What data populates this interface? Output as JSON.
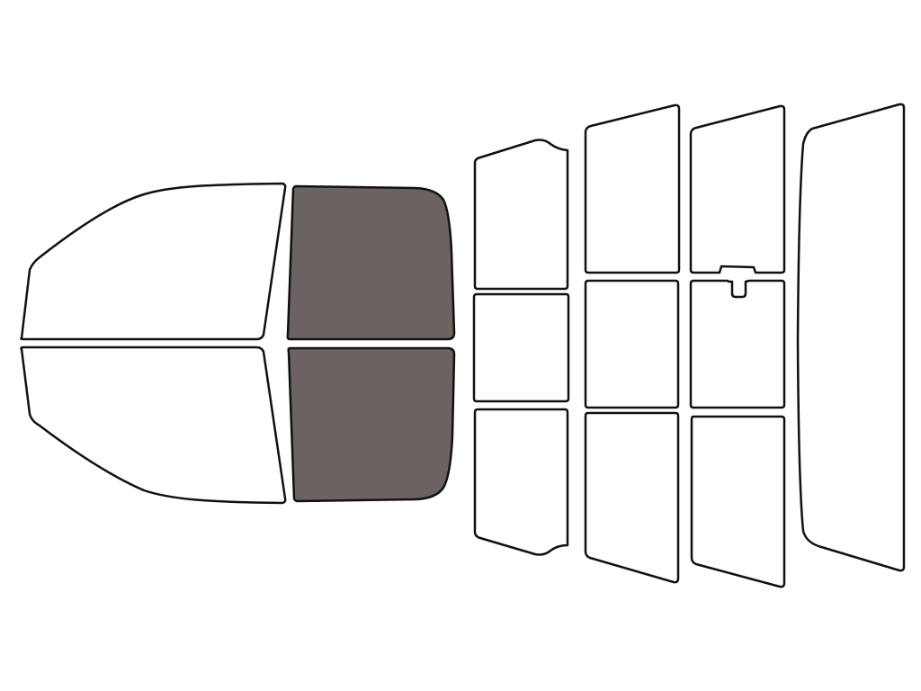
{
  "diagram": {
    "type": "vehicle-window-tint-diagram",
    "colors": {
      "background": "#ffffff",
      "outline": "#111111",
      "untinted_fill": "#ffffff",
      "tinted_fill": "#6b6262"
    },
    "panels": [
      {
        "id": "windshield-upper-left",
        "tinted": false
      },
      {
        "id": "windshield-lower-left",
        "tinted": false
      },
      {
        "id": "front-door-upper",
        "tinted": true
      },
      {
        "id": "front-door-lower",
        "tinted": true
      },
      {
        "id": "rear-section-1-top",
        "tinted": false
      },
      {
        "id": "rear-section-1-middle",
        "tinted": false
      },
      {
        "id": "rear-section-1-bottom",
        "tinted": false
      },
      {
        "id": "rear-section-2-top",
        "tinted": false
      },
      {
        "id": "rear-section-2-middle",
        "tinted": false
      },
      {
        "id": "rear-section-2-bottom",
        "tinted": false
      },
      {
        "id": "rear-section-3-top",
        "tinted": false
      },
      {
        "id": "rear-section-3-middle",
        "tinted": false
      },
      {
        "id": "rear-section-3-bottom",
        "tinted": false
      },
      {
        "id": "back-window",
        "tinted": false
      }
    ]
  }
}
